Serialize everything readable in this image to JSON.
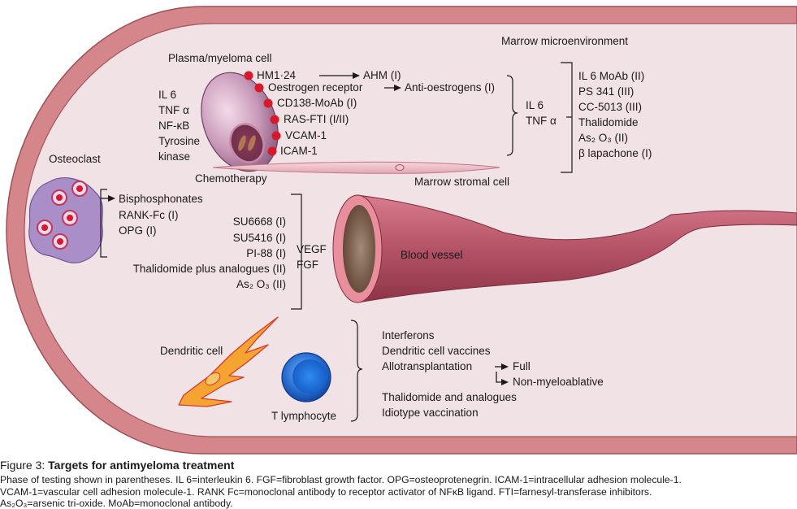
{
  "labels": {
    "marrow_microenvironment": "Marrow microenvironment",
    "plasma_cell": "Plasma/myeloma cell",
    "osteoclast": "Osteoclast",
    "chemotherapy": "Chemotherapy",
    "marrow_stromal_cell": "Marrow stromal cell",
    "blood_vessel": "Blood vessel",
    "dendritic_cell": "Dendritic cell",
    "t_lymphocyte": "T lymphocyte"
  },
  "plasma_factors": [
    "IL 6",
    "TNF α",
    "NF-κB",
    "Tyrosine",
    "kinase"
  ],
  "plasma_targets": [
    {
      "label": "HM1·24",
      "arrow_to": "AHM (I)"
    },
    {
      "label": "Oestrogen receptor",
      "arrow_to": "Anti-oestrogens (I)"
    },
    {
      "label": "CD138-MoAb (I)",
      "arrow_to": ""
    },
    {
      "label": "RAS-FTI (I/II)",
      "arrow_to": ""
    },
    {
      "label": "VCAM-1",
      "arrow_to": ""
    },
    {
      "label": "ICAM-1",
      "arrow_to": ""
    }
  ],
  "cytokines_mid": [
    "IL 6",
    "TNF α"
  ],
  "right_therapies": [
    "IL 6 MoAb (II)",
    "PS 341 (III)",
    "CC-5013 (III)",
    "Thalidomide",
    "As₂ O₃ (II)",
    "β lapachone (I)"
  ],
  "osteoclast_therapies": [
    "Bisphosphonates",
    "RANK-Fc (I)",
    "OPG (I)"
  ],
  "angio_therapies": [
    "SU6668 (I)",
    "SU5416 (I)",
    "PI-88 (I)",
    "Thalidomide plus analogues (II)",
    "As₂ O₃ (II)"
  ],
  "angio_factors": [
    "VEGF",
    "FGF"
  ],
  "immune_therapies": {
    "interferons": "Interferons",
    "dc_vaccines": "Dendritic cell vaccines",
    "allotransplant": "Allotransplantation",
    "full": "Full",
    "non_myeloablative": "Non-myeloablative",
    "thalidomide": "Thalidomide and analogues",
    "idiotype": "Idiotype vaccination"
  },
  "caption": {
    "figure_no": "Figure 3: ",
    "title": "Targets for antimyeloma treatment",
    "line1": "Phase of testing shown in parentheses. IL 6=interleukin 6. FGF=fibroblast growth factor. OPG=osteoprotenegrin. ICAM-1=intracellular adhesion molecule-1.",
    "line2": "VCAM-1=vascular cell adhesion molecule-1. RANK Fc=monoclonal antibody to receptor activator of NFκB ligand. FTI=farnesyl-transferase inhibitors.",
    "line3": "As₂O₃=arsenic tri-oxide. MoAb=monoclonal antibody."
  },
  "colors": {
    "bone_wall": "#d4868a",
    "marrow_fill": "#f1e2e5",
    "target_dot": "#d7192a",
    "vessel": "#b8566a",
    "osteoclast": "#a98ec8",
    "t_cell": "#1e64c8",
    "dendritic": "#f5a431"
  }
}
